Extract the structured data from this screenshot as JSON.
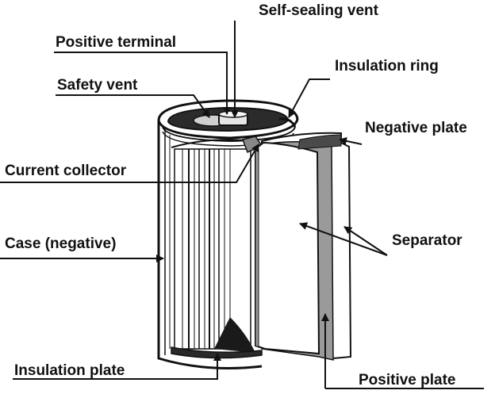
{
  "diagram": {
    "labels": {
      "self_sealing_vent": "Self-sealing vent",
      "positive_terminal": "Positive terminal",
      "insulation_ring": "Insulation ring",
      "safety_vent": "Safety vent",
      "negative_plate": "Negative plate",
      "current_collector": "Current collector",
      "case_negative": "Case (negative)",
      "separator": "Separator",
      "insulation_plate": "Insulation plate",
      "positive_plate": "Positive plate"
    },
    "colors": {
      "ink": "#111111",
      "separator_gray": "#9a9a9a",
      "background": "#ffffff"
    }
  }
}
